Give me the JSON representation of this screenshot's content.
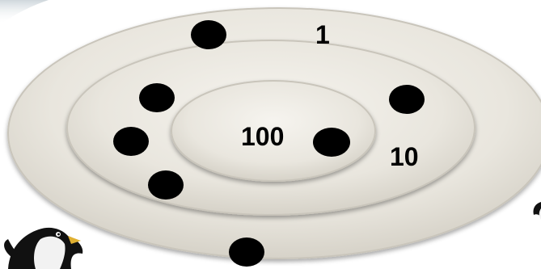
{
  "diagram": {
    "rings": [
      {
        "id": "outer",
        "label": "1"
      },
      {
        "id": "middle",
        "label": "10"
      },
      {
        "id": "inner",
        "label": "100"
      }
    ],
    "dots": {
      "outer": 2,
      "middle": 4,
      "inner": 1
    },
    "colors": {
      "ring_fill": "#ebe8e1",
      "ring_edge": "#c9c5bb",
      "dot": "#000000",
      "penguin_body": "#111111",
      "penguin_belly": "#f2f2f2"
    },
    "icons": [
      "penguin-left-icon",
      "penguin-right-icon"
    ]
  }
}
